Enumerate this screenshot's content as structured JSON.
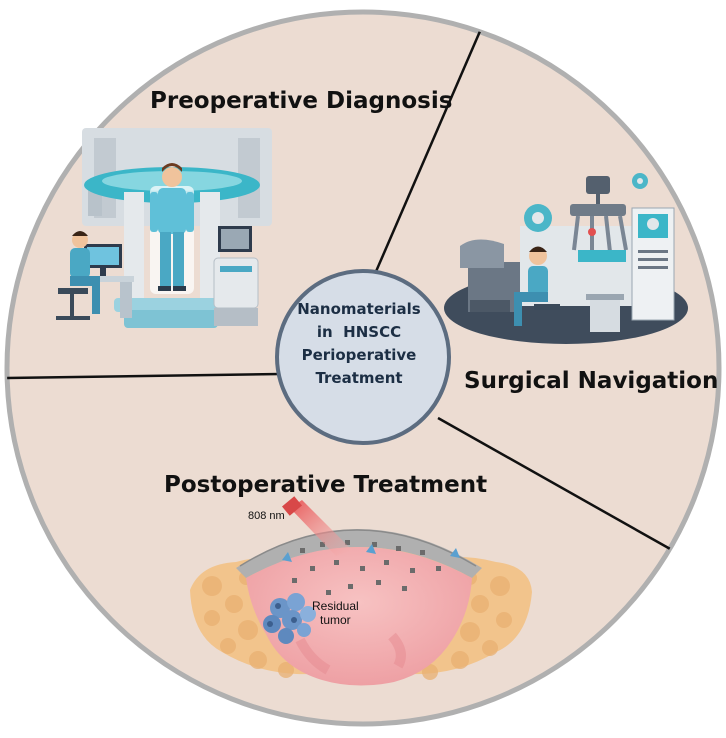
{
  "center": {
    "line1": "Nanomaterials",
    "line2": "in  HNSCC",
    "line3": "Perioperative",
    "line4": "Treatment"
  },
  "sections": {
    "preoperative": "Preoperative Diagnosis",
    "surgical": "Surgical Navigation",
    "postoperative": "Postoperative Treatment"
  },
  "annotations": {
    "laser": "808 nm",
    "tumor_line1": "Residual",
    "tumor_line2": "tumor"
  },
  "colors": {
    "outer_fill": "#ecdcd2",
    "ring_stroke": "#b0b0b0",
    "center_fill": "#d6dde7",
    "center_stroke": "#5c6c80",
    "tissue": "#f2c48c",
    "wound": "#f4b0b2",
    "laser": "#e06060"
  }
}
